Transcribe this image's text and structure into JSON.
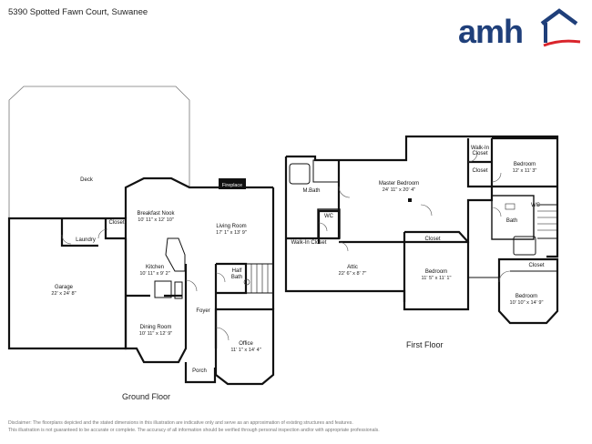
{
  "header": {
    "address": "5390 Spotted Fawn Court, Suwanee"
  },
  "logo": {
    "text": "amh",
    "primary_color": "#1f3f7a",
    "accent_color": "#d9242b"
  },
  "rooms": {
    "deck": {
      "name": "Deck"
    },
    "breakfast": {
      "name": "Breakfast Nook",
      "dim": "10' 11\" x 12' 10\""
    },
    "living": {
      "name": "Living Room",
      "dim": "17' 1\" x 13' 9\""
    },
    "fireplace": {
      "name": "Fireplace"
    },
    "closet_g": {
      "name": "Closet"
    },
    "laundry": {
      "name": "Laundry"
    },
    "garage": {
      "name": "Garage",
      "dim": "22' x 24' 8\""
    },
    "kitchen": {
      "name": "Kitchen",
      "dim": "10' 11\" x 9' 2\""
    },
    "halfbath": {
      "name1": "Half",
      "name2": "Bath"
    },
    "foyer": {
      "name": "Foyer"
    },
    "dining": {
      "name": "Dining Room",
      "dim": "10' 11\" x 12' 9\""
    },
    "office": {
      "name": "Office",
      "dim": "11' 1\" x 14' 4\""
    },
    "porch": {
      "name": "Porch"
    },
    "mbath": {
      "name": "M.Bath"
    },
    "wc1": {
      "name": "WC"
    },
    "walkin": {
      "name": "Walk-In Closet"
    },
    "master": {
      "name": "Master Bedroom",
      "dim": "24' 11\" x 20' 4\""
    },
    "walkin2": {
      "name1": "Walk-In",
      "name2": "Closet"
    },
    "closet_a": {
      "name": "Closet"
    },
    "bed1": {
      "name": "Bedroom",
      "dim": "12' x 11' 3\""
    },
    "wc2": {
      "name": "WC"
    },
    "bath": {
      "name": "Bath"
    },
    "closet_b": {
      "name": "Closet"
    },
    "attic": {
      "name": "Attic",
      "dim": "22' 6\" x 8' 7\""
    },
    "bed2": {
      "name": "Bedroom",
      "dim": "11' 5\" x 11' 1\""
    },
    "closet_c": {
      "name": "Closet"
    },
    "bed3": {
      "name": "Bedroom",
      "dim": "10' 10\" x 14' 9\""
    }
  },
  "floors": {
    "ground": "Ground Floor",
    "first": "First Floor"
  },
  "disclaimer": {
    "line1": "Disclaimer: The floorplans depicted and the stated dimensions in this illustration are indicative only and serve as an approximation of existing structures and features.",
    "line2": "This illustration is not guaranteed to be accurate or complete. The accuracy of all information should be verified through personal inspection and/or with appropriate professionals."
  }
}
